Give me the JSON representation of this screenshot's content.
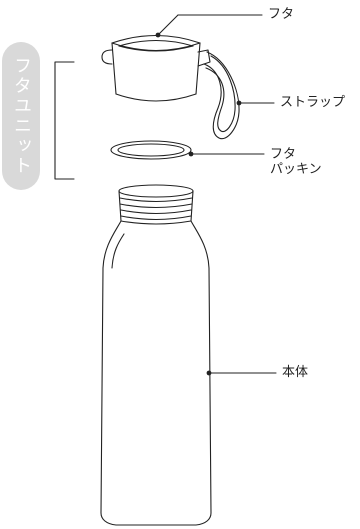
{
  "unit_label": "フタユニット",
  "callouts": {
    "lid": "フタ",
    "strap": "ストラップ",
    "gasket_line1": "フタ",
    "gasket_line2": "パッキン",
    "body": "本体"
  },
  "colors": {
    "line": "#222222",
    "pill": "#d9d9d9",
    "pill_text": "#ffffff"
  }
}
